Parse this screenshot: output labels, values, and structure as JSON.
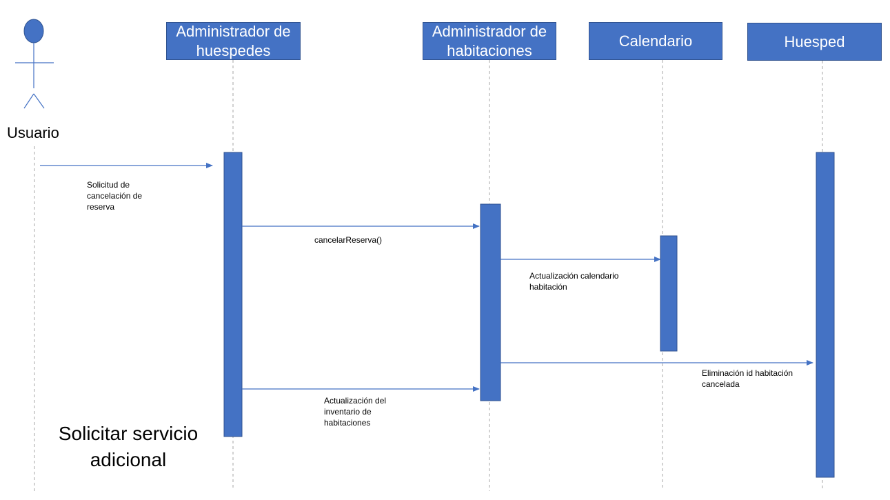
{
  "actor": {
    "label": "Usuario",
    "icon": "stick-figure-icon"
  },
  "participants": [
    {
      "id": "admin-huespedes",
      "label": "Administrador de\nhuespedes"
    },
    {
      "id": "admin-habitaciones",
      "label": "Administrador de\nhabitaciones"
    },
    {
      "id": "calendario",
      "label": "Calendario"
    },
    {
      "id": "huesped",
      "label": "Huesped"
    }
  ],
  "messages": [
    {
      "from": "usuario",
      "to": "admin-huespedes",
      "label": "Solicitud de\ncancelación de\nreserva"
    },
    {
      "from": "admin-huespedes",
      "to": "admin-habitaciones",
      "label": "cancelarReserva()"
    },
    {
      "from": "admin-habitaciones",
      "to": "calendario",
      "label": "Actualización calendario\nhabitación"
    },
    {
      "from": "admin-habitaciones",
      "to": "huesped",
      "label": "Eliminación id habitación\ncancelada"
    },
    {
      "from": "admin-huespedes",
      "to": "admin-habitaciones",
      "label": "Actualización del\ninventario de\nhabitaciones"
    }
  ],
  "diagram_title": "Solicitar servicio\nadicional",
  "colors": {
    "participant_fill": "#4472c4",
    "participant_border": "#2f528f",
    "lifeline": "#a6a6a6",
    "arrow": "#4472c4"
  }
}
